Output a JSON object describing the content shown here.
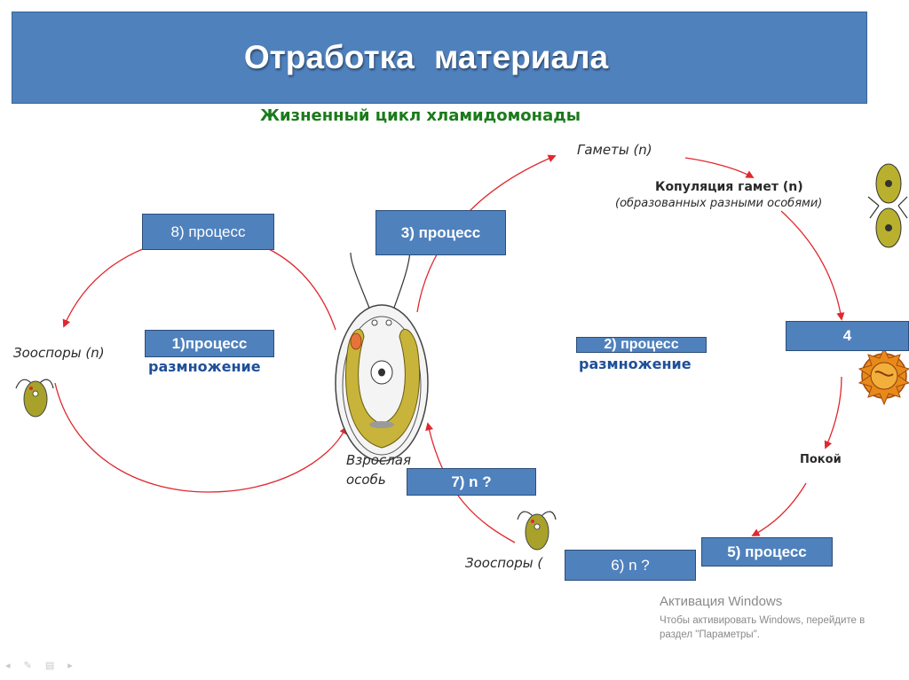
{
  "title": "Отработка   материала",
  "subtitle": "Жизненный цикл хламидомонады",
  "labels": {
    "gametes": "Гаметы (n)",
    "copulation": "Копуляция гамет (n)",
    "copulation_note": "(образованных разными особями)",
    "zoospores_left": "Зооспоры (n)",
    "adult_line1": "Взрослая",
    "adult_line2": "особь",
    "rest": "Покой",
    "zoospores_bottom": "Зооспоры ("
  },
  "boxes": {
    "b8": "8) процесс",
    "b3": "3) процесс",
    "b1": "1)процесс",
    "b2": "2) процесс",
    "b4": "4",
    "b7": "7) n ?",
    "b5": "5) процесс",
    "b6": "6) n ?"
  },
  "under_text": {
    "r1": "размножение",
    "r2": "размножение"
  },
  "watermark": {
    "title": "Активация Windows",
    "body": "Чтобы активировать Windows, перейдите в раздел \"Параметры\"."
  },
  "colors": {
    "box_fill": "#4f81bd",
    "arrow": "#e0282e",
    "cell_fill": "#c8b43a",
    "subtitle": "#1b7a1b"
  },
  "icons": [
    "zoospore-icon",
    "zygote-icon",
    "gametes-pair-icon",
    "adult-chlamydomonas-icon"
  ]
}
